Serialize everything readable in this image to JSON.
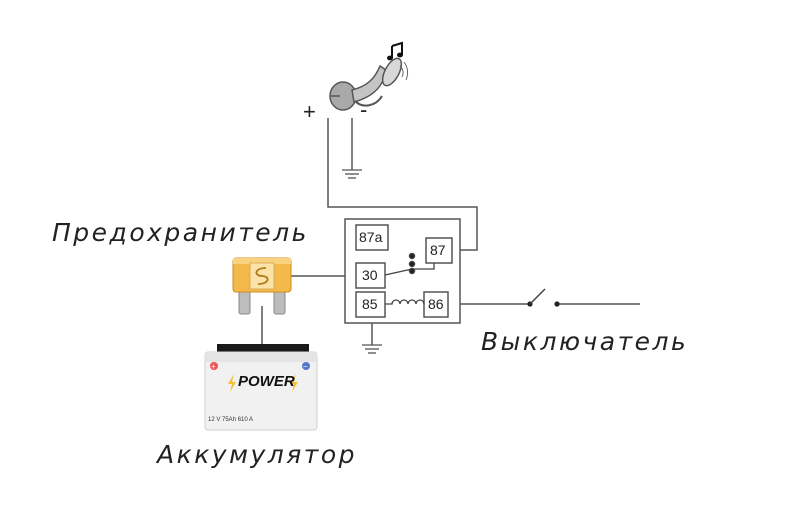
{
  "labels": {
    "fuse": "Предохранитель",
    "switch": "Выключатель",
    "battery": "Аккумулятор"
  },
  "horn": {
    "plus": "+",
    "minus": "-"
  },
  "relay": {
    "pins": [
      "87a",
      "87",
      "30",
      "85",
      "86"
    ]
  },
  "battery": {
    "brand": "POWER",
    "spec": "12 V  75Ah  610 A",
    "terminal_plus": "+",
    "terminal_minus": "−"
  },
  "colors": {
    "wire": "#555555",
    "fuse": "#f3b94a",
    "horn": "#9a9a9a"
  }
}
